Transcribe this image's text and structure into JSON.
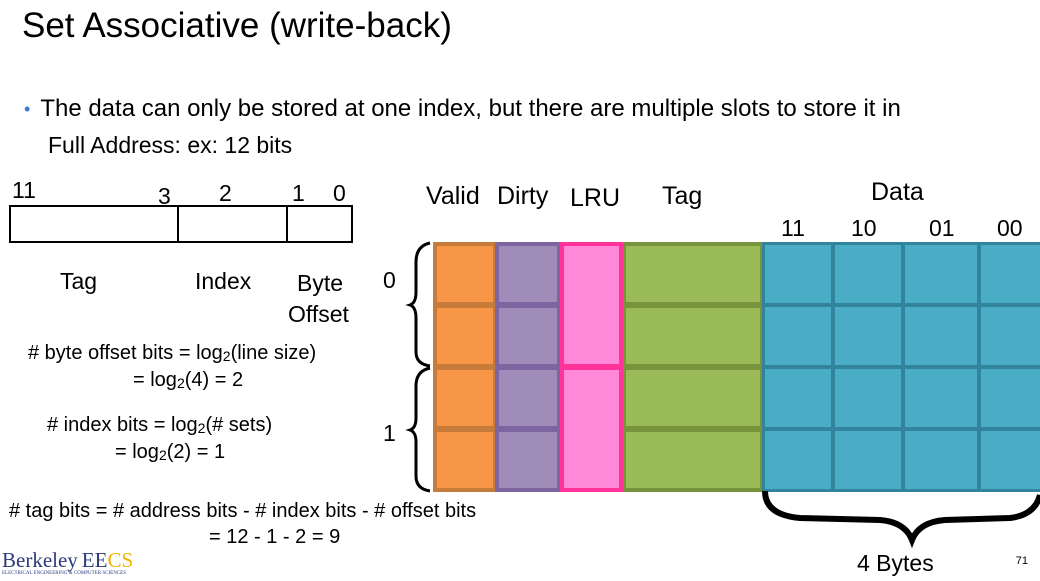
{
  "title": "Set Associative (write-back)",
  "bullet": "The data can only be stored at one index, but there are multiple slots to store it in",
  "subtitle": "Full Address: ex: 12 bits",
  "address": {
    "bits": [
      "11",
      "3",
      "2",
      "1",
      "0"
    ],
    "fields": [
      "Tag",
      "Index",
      "Byte",
      "Offset"
    ]
  },
  "formulas": {
    "offset_1a": "# byte offset bits = log",
    "offset_1b": "(line size)",
    "offset_2a": "= log",
    "offset_2b": "(4) = 2",
    "index_1a": "# index bits = log",
    "index_1b": "(# sets)",
    "index_2a": "= log",
    "index_2b": "(2) = 1",
    "sub2": "2",
    "tag_1": "# tag bits = # address bits - # index bits - # offset bits",
    "tag_2": "= 12 - 1 - 2 = 9"
  },
  "cache": {
    "headers": [
      "Valid",
      "Dirty",
      "LRU",
      "Tag",
      "Data"
    ],
    "data_columns": [
      "11",
      "10",
      "01",
      "00"
    ],
    "sets": [
      "0",
      "1"
    ],
    "data_brace_label": "4 Bytes",
    "colors": {
      "valid": "#f79646",
      "dirty": "#a08cb8",
      "lru": "#ff88d8",
      "tag": "#9bbb59",
      "data": "#4bacc6"
    }
  },
  "logo": {
    "text_a": "Berkeley",
    "text_b": "EE",
    "text_c": "CS",
    "tagline": "ELECTRICAL ENGINEERING & COMPUTER SCIENCES"
  },
  "page_number": "71"
}
